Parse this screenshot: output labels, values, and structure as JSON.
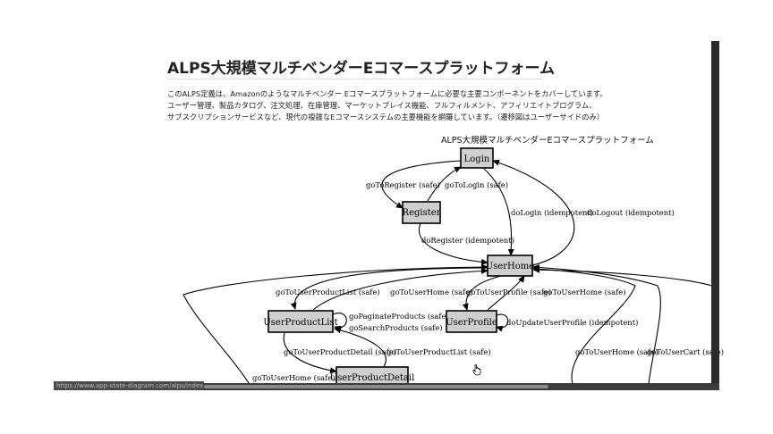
{
  "page": {
    "title": "ALPS大規模マルチベンダーEコマースプラットフォーム",
    "description": [
      "このALPS定義は、Amazonのようなマルチベンダー Eコマースプラットフォームに必要な主要コンポーネントをカバーしています。",
      "ユーザー管理、製品カタログ、注文処理、在庫管理、マーケットプレイス機能、フルフィルメント、アフィリエイトプログラム、",
      "サブスクリプションサービスなど、現代の複雑なEコマースシステムの主要機能を網羅しています。（遷移図はユーザーサイドのみ）"
    ]
  },
  "graph": {
    "title": "ALPS大規模マルチベンダーEコマースプラットフォーム",
    "nodes": {
      "login": "Login",
      "register": "Register",
      "userhome": "UserHome",
      "userproductlist": "UserProductList",
      "userprofile": "UserProfile",
      "userproductdetail": "UserProductDetail"
    },
    "edges": {
      "goToRegister": "goToRegister (safe)",
      "goToLogin": "goToLogin (safe)",
      "doLogin": "doLogin (idempotent)",
      "doLogout": "doLogout (idempotent)",
      "doRegister": "doRegister (idempotent)",
      "goToUserProductList": "goToUserProductList (safe)",
      "goToUserHome1": "goToUserHome (safe)",
      "goToUserProfile": "goToUserProfile (safe)",
      "goToUserHome2": "goToUserHome (safe)",
      "goPaginateProducts": "goPaginateProducts (safe)",
      "goSearchProducts": "goSearchProducts (safe)",
      "doUpdateUserProfile": "doUpdateUserProfile (idempotent)",
      "goToUserProductDetail": "goToUserProductDetail (safe)",
      "goToUserProductList2": "goToUserProductList (safe)",
      "goToUserHome3": "goToUserHome (safe)",
      "goToUserHome4": "goToUserHome (safe)",
      "goToUserCart": "goToUserCart (safe)"
    }
  },
  "statusbar": {
    "url": "https://www.app-state-diagram.com/alps/index.html"
  }
}
